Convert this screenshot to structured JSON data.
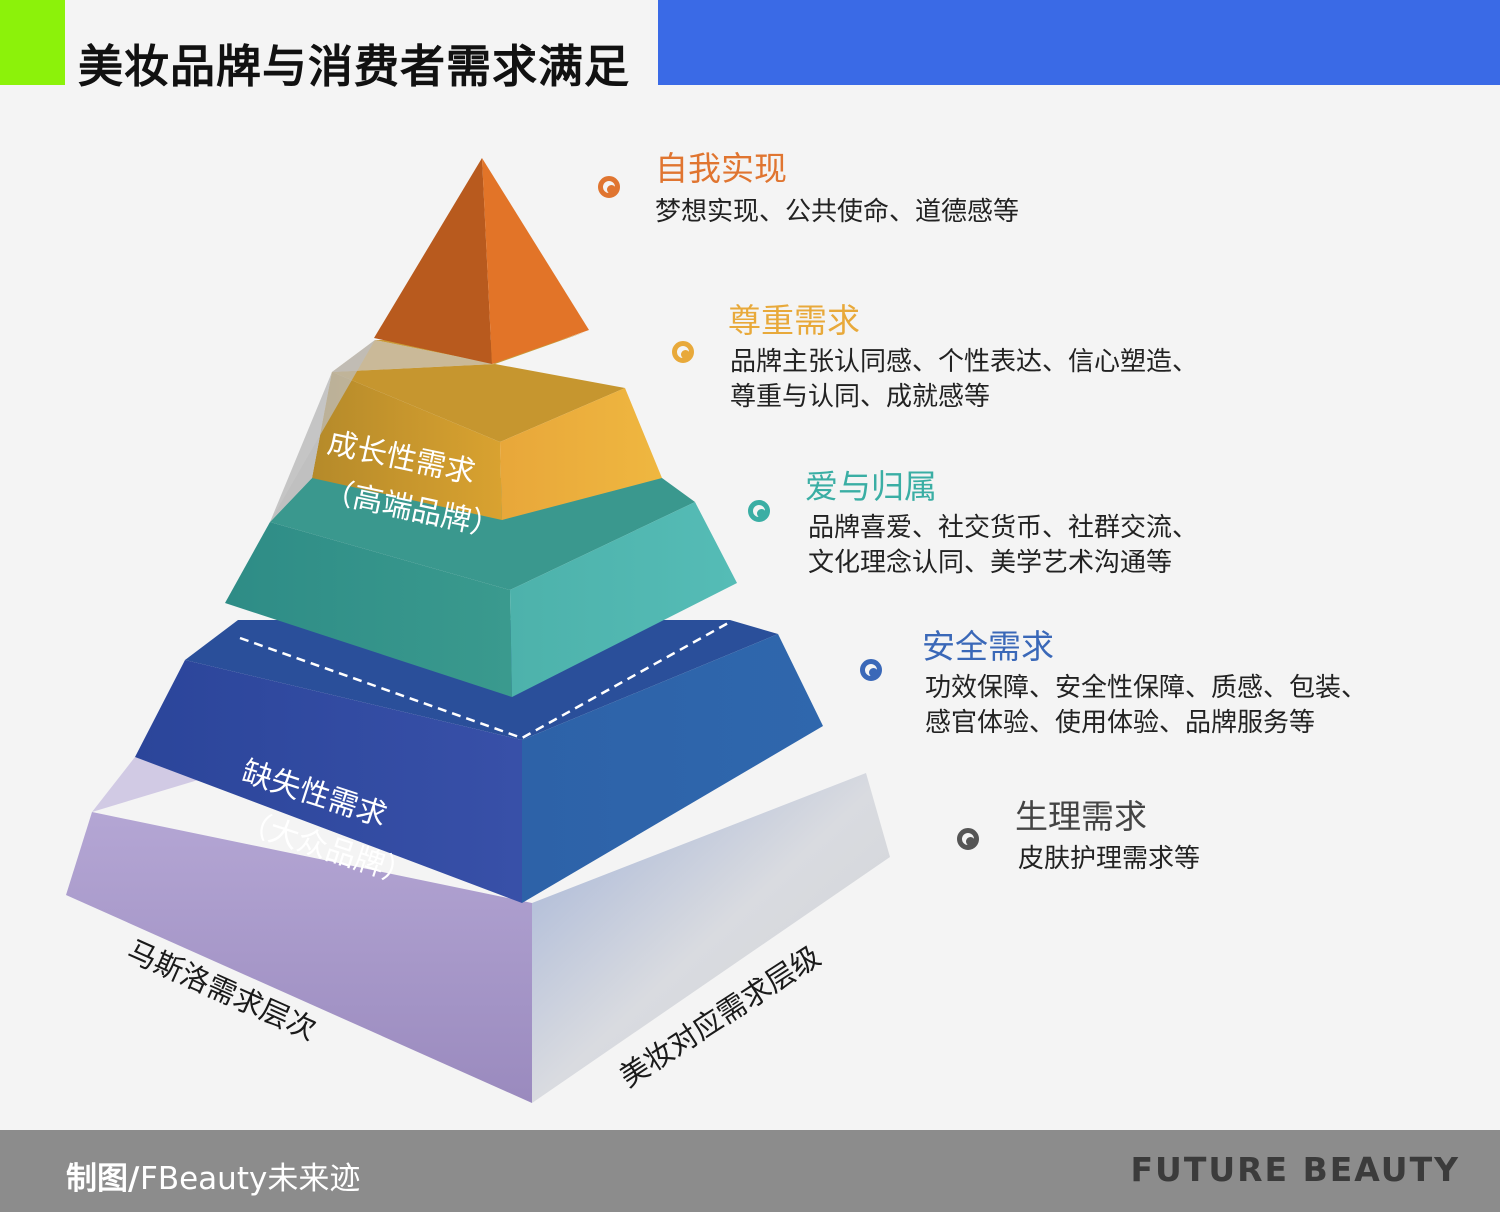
{
  "header": {
    "title": "美妆品牌与消费者需求满足"
  },
  "colors": {
    "self_actualization": "#e07530",
    "esteem": "#e8a93a",
    "belonging": "#3aaea4",
    "safety": "#3a68b8",
    "physiological": "#555555",
    "header_accent_green": "#8cf20a",
    "header_accent_blue": "#3a6ae6"
  },
  "pyramid": {
    "growth_label": "成长性需求",
    "growth_sub": "（高端品牌）",
    "deficit_label": "缺失性需求",
    "deficit_sub": "（大众品牌）",
    "left_face_label": "马斯洛需求层次",
    "right_face_label": "美妆对应需求层级"
  },
  "levels": [
    {
      "title": "自我实现",
      "lines": [
        "梦想实现、公共使命、道德感等"
      ]
    },
    {
      "title": "尊重需求",
      "lines": [
        "品牌主张认同感、个性表达、信心塑造、",
        "尊重与认同、成就感等"
      ]
    },
    {
      "title": "爱与归属",
      "lines": [
        "品牌喜爱、社交货币、社群交流、",
        "文化理念认同、美学艺术沟通等"
      ]
    },
    {
      "title": "安全需求",
      "lines": [
        "功效保障、安全性保障、质感、包装、",
        "感官体验、使用体验、品牌服务等"
      ]
    },
    {
      "title": "生理需求",
      "lines": [
        "皮肤护理需求等"
      ]
    }
  ],
  "footer": {
    "credit_label": "制图/",
    "credit_text": "FBeauty未来迹",
    "brand": "FUTURE BEAUTY"
  }
}
